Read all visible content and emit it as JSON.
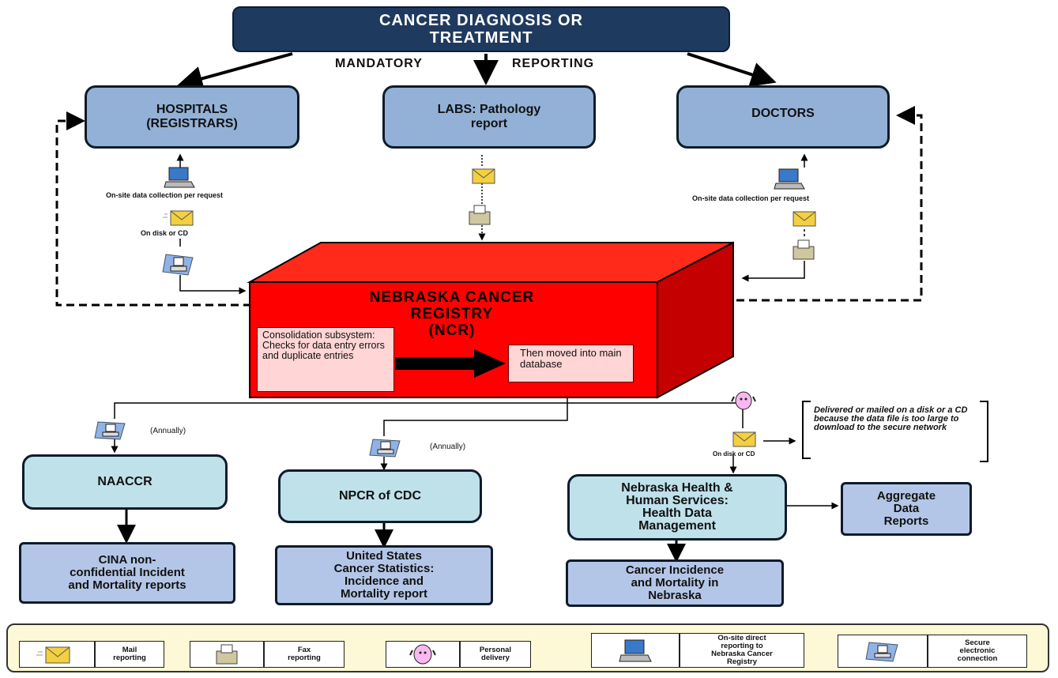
{
  "top": {
    "title_line1": "CANCER DIAGNOSIS OR",
    "title_line2": "TREATMENT"
  },
  "mandatory": "MANDATORY",
  "reporting": "REPORTING",
  "hospitals": {
    "line1": "HOSPITALS",
    "line2": "(REGISTRARS)"
  },
  "labs": {
    "line1": "LABS: Pathology",
    "line2": "report"
  },
  "doctors": {
    "label": "DOCTORS"
  },
  "left_onsite": "On-site data collection per request",
  "left_disk": "On disk or CD",
  "right_onsite": "On-site data collection per request",
  "ncr": {
    "line1": "NEBRASKA CANCER",
    "line2": "REGISTRY",
    "line3": "(NCR)"
  },
  "consolidation": "Consolidation subsystem: Checks for data entry errors and duplicate entries",
  "moved": "Then moved into main database",
  "annually1": "(Annually)",
  "annually2": "(Annually)",
  "disk_cd_right": "On disk or CD",
  "delivered_note": "Delivered or mailed on a disk or a CD because the data file is too large to download to the secure network",
  "naaccr": "NAACCR",
  "npcr": "NPCR of CDC",
  "nhhs": {
    "line1": "Nebraska Health &",
    "line2": "Human Services:",
    "line3": "Health Data",
    "line4": "Management"
  },
  "aggregate": {
    "line1": "Aggregate",
    "line2": "Data",
    "line3": "Reports"
  },
  "cina": {
    "line1": "CINA non-",
    "line2": "confidential Incident",
    "line3": "and Mortality reports"
  },
  "uscs": {
    "line1": "United States",
    "line2": "Cancer Statistics:",
    "line3": "Incidence and",
    "line4": "Mortality report"
  },
  "cim": {
    "line1": "Cancer Incidence",
    "line2": "and Mortality in",
    "line3": "Nebraska"
  },
  "legend": {
    "mail": {
      "line1": "Mail",
      "line2": "reporting"
    },
    "fax": {
      "line1": "Fax",
      "line2": "reporting"
    },
    "personal": {
      "line1": "Personal",
      "line2": "delivery"
    },
    "onsite": {
      "line1": "On-site direct",
      "line2": "reporting to",
      "line3": "Nebraska Cancer",
      "line4": "Registry"
    },
    "secure": {
      "line1": "Secure",
      "line2": "electronic",
      "line3": "connection"
    }
  },
  "colors": {
    "navy": "#1f3a5f",
    "box_blue": "#93b1d6",
    "box_cyan": "#bfe1ea",
    "box_lavender": "#b4c6e7",
    "registry_red": "#ff0000",
    "legend_bg": "#fdf9d6"
  }
}
